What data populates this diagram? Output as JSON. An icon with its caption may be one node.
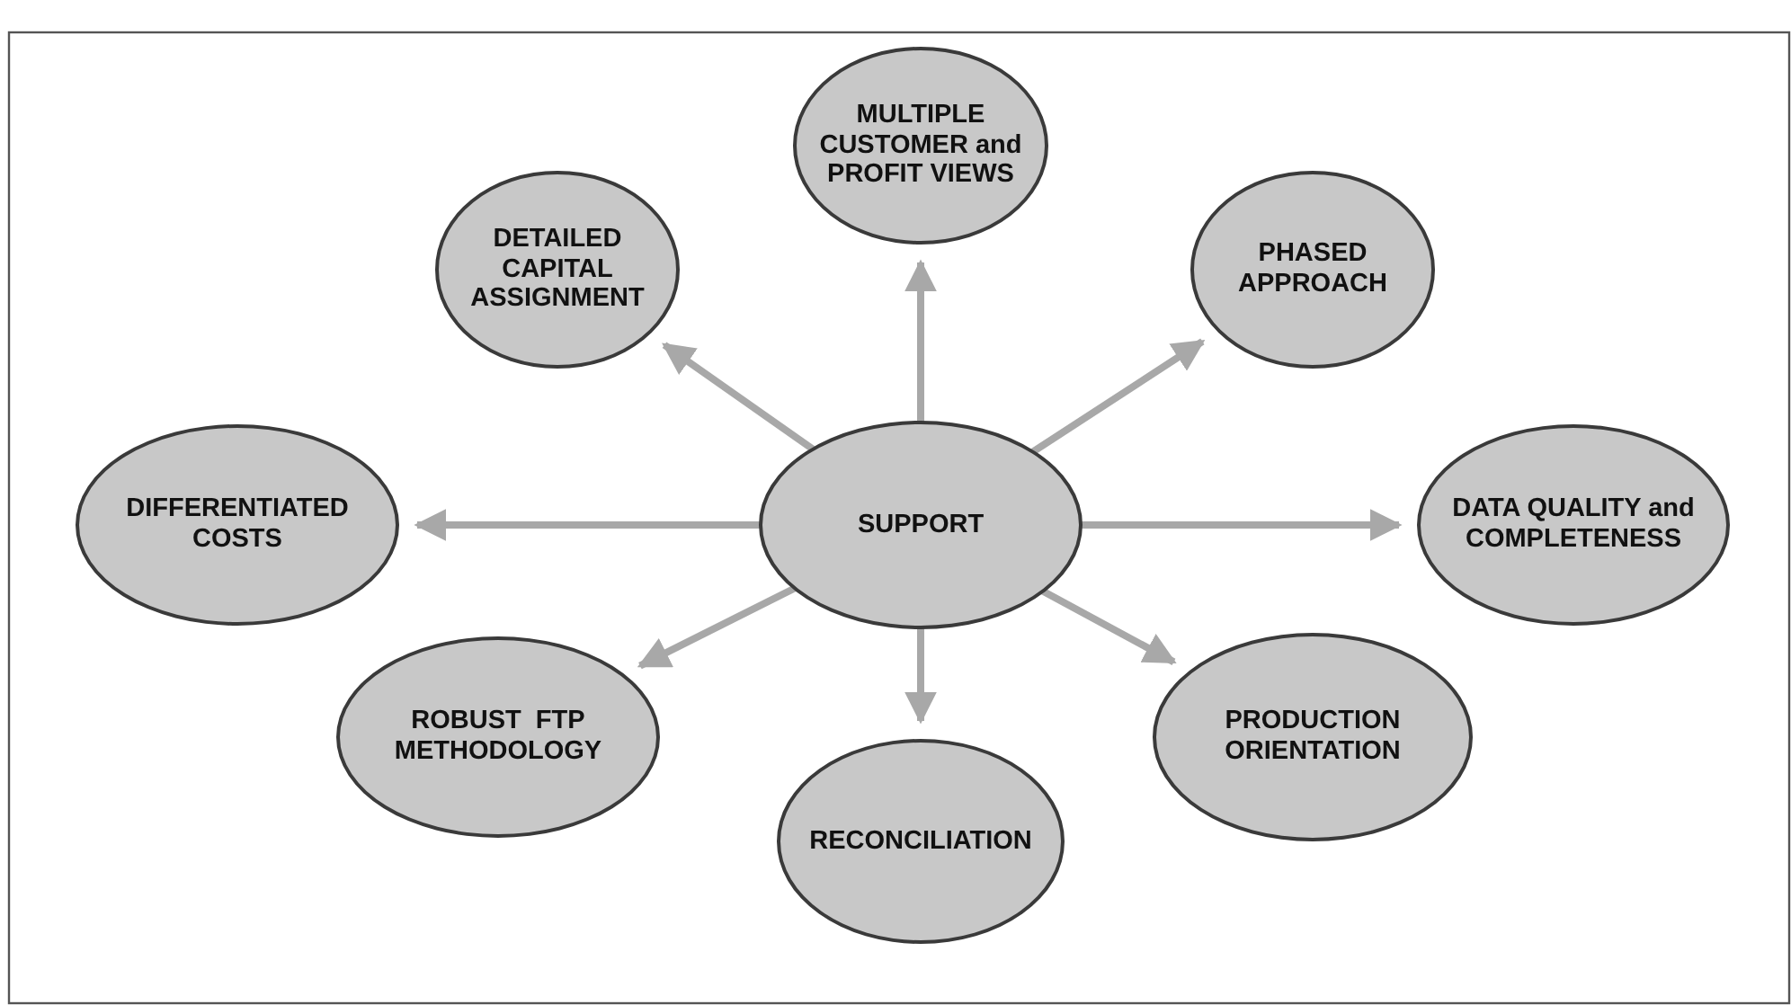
{
  "diagram": {
    "nodes": [
      {
        "text": [
          "MULTIPLE CUSTOMER and PROFIT VIEWS"
        ]
      },
      {
        "text": [
          "DETAILED CAPITAL ASSIGNMENT"
        ]
      },
      {
        "text": [
          "PHASED APPROACH"
        ]
      },
      {
        "text": [
          "DIFFERENTIATED COSTS"
        ]
      },
      {
        "text": [
          "SUPPORT"
        ]
      },
      {
        "text": [
          "DATA QUALITY and COMPLETENESS"
        ]
      },
      {
        "text": [
          "ROBUST  FTP METHODOLOGY"
        ]
      },
      {
        "text": [
          "PRODUCTION ORIENTATION"
        ]
      },
      {
        "text": [
          "RECONCILIATION"
        ]
      }
    ],
    "edges": [
      {
        "from": 4,
        "to": 0,
        "arrow": "to"
      },
      {
        "from": 4,
        "to": 1,
        "arrow": "to"
      },
      {
        "from": 4,
        "to": 2,
        "arrow": "to"
      },
      {
        "from": 4,
        "to": 3,
        "arrow": "to"
      },
      {
        "from": 4,
        "to": 5,
        "arrow": "to"
      },
      {
        "from": 4,
        "to": 6,
        "arrow": "to"
      },
      {
        "from": 4,
        "to": 7,
        "arrow": "to"
      },
      {
        "from": 4,
        "to": 8,
        "arrow": "to"
      }
    ]
  }
}
